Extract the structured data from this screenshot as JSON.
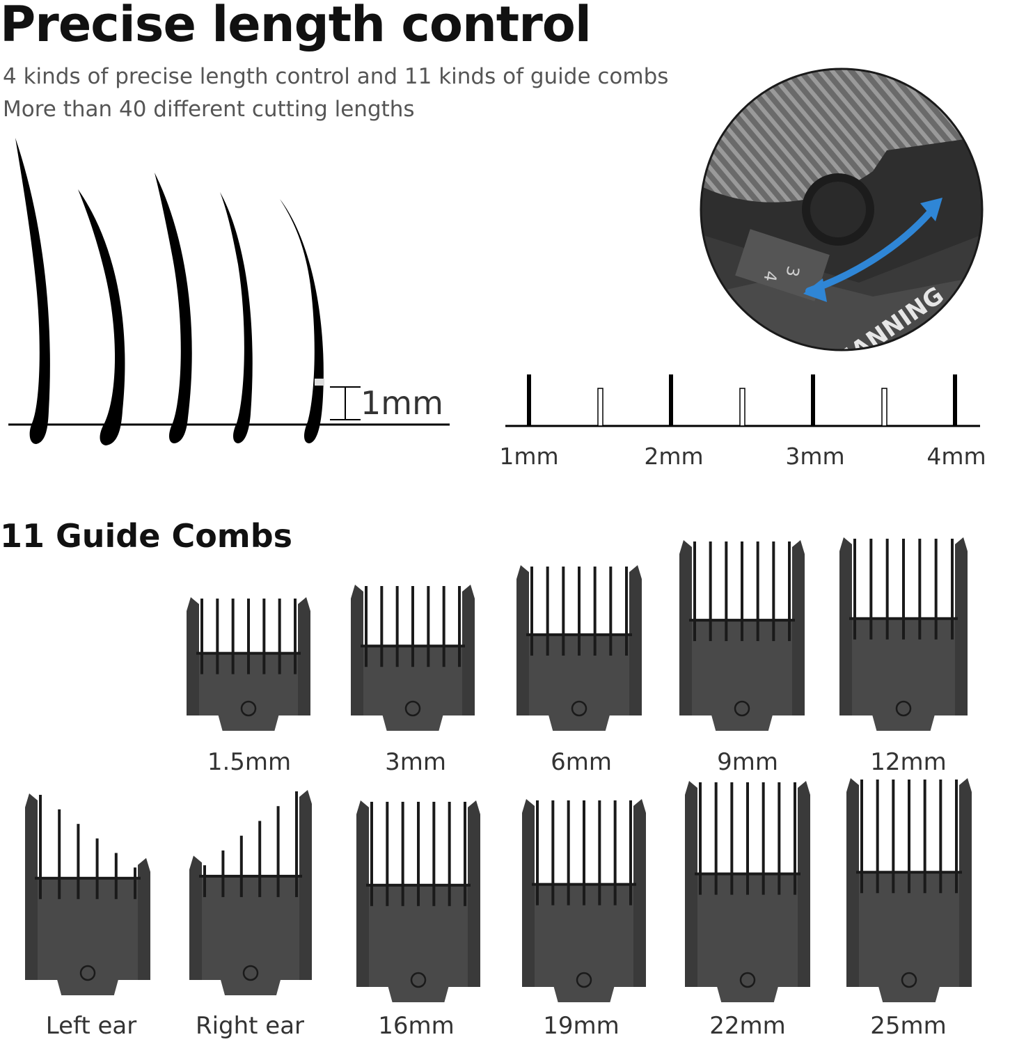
{
  "header": {
    "title": "Precise length control",
    "subtitle_line1": "4 kinds of precise length control and 11 kinds of guide combs",
    "subtitle_line2": "More than 40 different cutting lengths"
  },
  "hair_diagram": {
    "measure_label": "1mm"
  },
  "ruler": {
    "labels": [
      "1mm",
      "2mm",
      "3mm",
      "4mm"
    ]
  },
  "clipper_closeup": {
    "brand_text": "MANNING",
    "dial_marks": [
      "3",
      "4"
    ],
    "arrow_color": "#2f86d6"
  },
  "guide_combs": {
    "heading": "11 Guide Combs",
    "row1": [
      "1.5mm",
      "3mm",
      "6mm",
      "9mm",
      "12mm"
    ],
    "row2": [
      "Left ear",
      "Right ear",
      "16mm",
      "19mm",
      "22mm",
      "25mm"
    ],
    "comb_color": "#3a3a3a"
  }
}
